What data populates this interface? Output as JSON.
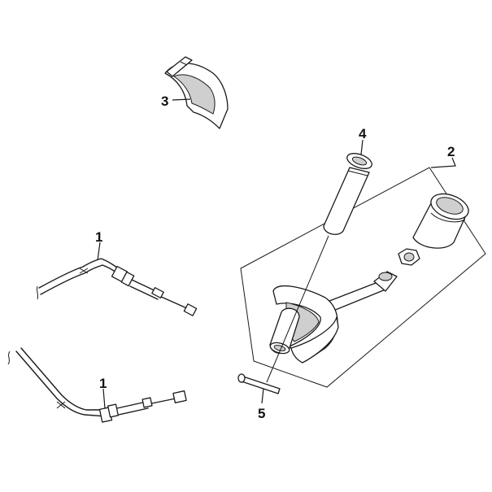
{
  "callouts": {
    "cable_upper": "1",
    "cable_lower": "1",
    "shift_knob": "2",
    "guide_plate": "3",
    "grip": "4",
    "pin": "5"
  }
}
